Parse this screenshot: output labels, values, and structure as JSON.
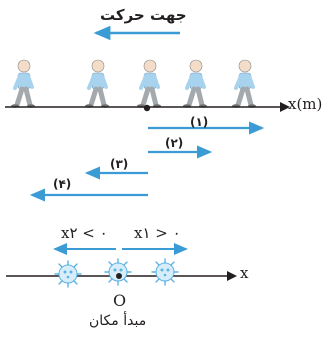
{
  "colors": {
    "arrow": "#3a9bd5",
    "axis": "#231f20",
    "person_shirt": "#a7d3ef",
    "person_pants": "#a4a9ad",
    "microbe": "#7cc3ea"
  },
  "top": {
    "direction_label": "جهت حرکت",
    "axis_label": "x(m)",
    "arrows": [
      {
        "label": "(۱)"
      },
      {
        "label": "(۲)"
      },
      {
        "label": "(۳)"
      },
      {
        "label": "(۴)"
      }
    ]
  },
  "bottom": {
    "negative_label": "x۲ < ۰",
    "positive_label": "x۱ > ۰",
    "axis_label": "x",
    "origin_label": "O",
    "origin_caption": "مبدأ مکان"
  }
}
